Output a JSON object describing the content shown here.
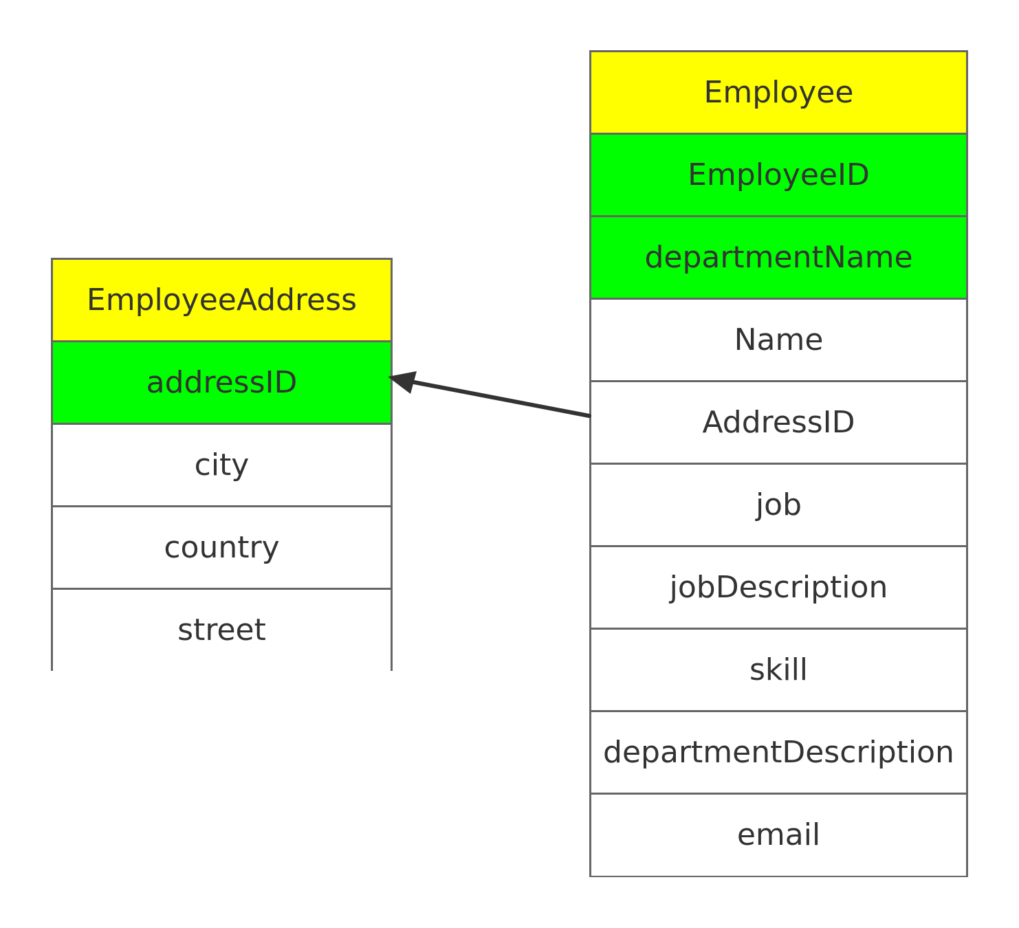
{
  "colors": {
    "title_fill": "#ffff00",
    "key_fill": "#00ff00",
    "plain_fill": "#ffffff",
    "border": "#666666",
    "text": "#333333",
    "connector": "#333333"
  },
  "entities": {
    "employee_address": {
      "title": "EmployeeAddress",
      "key_fields": [
        "addressID"
      ],
      "fields": [
        "city",
        "country",
        "street"
      ]
    },
    "employee": {
      "title": "Employee",
      "key_fields": [
        "EmployeeID",
        "departmentName"
      ],
      "fields": [
        "Name",
        "AddressID",
        "job",
        "jobDescription",
        "skill",
        "departmentDescription",
        "email"
      ]
    }
  },
  "relationships": [
    {
      "from_entity": "Employee",
      "from_field": "AddressID",
      "to_entity": "EmployeeAddress",
      "to_field": "addressID",
      "arrow": "single-headed"
    }
  ]
}
